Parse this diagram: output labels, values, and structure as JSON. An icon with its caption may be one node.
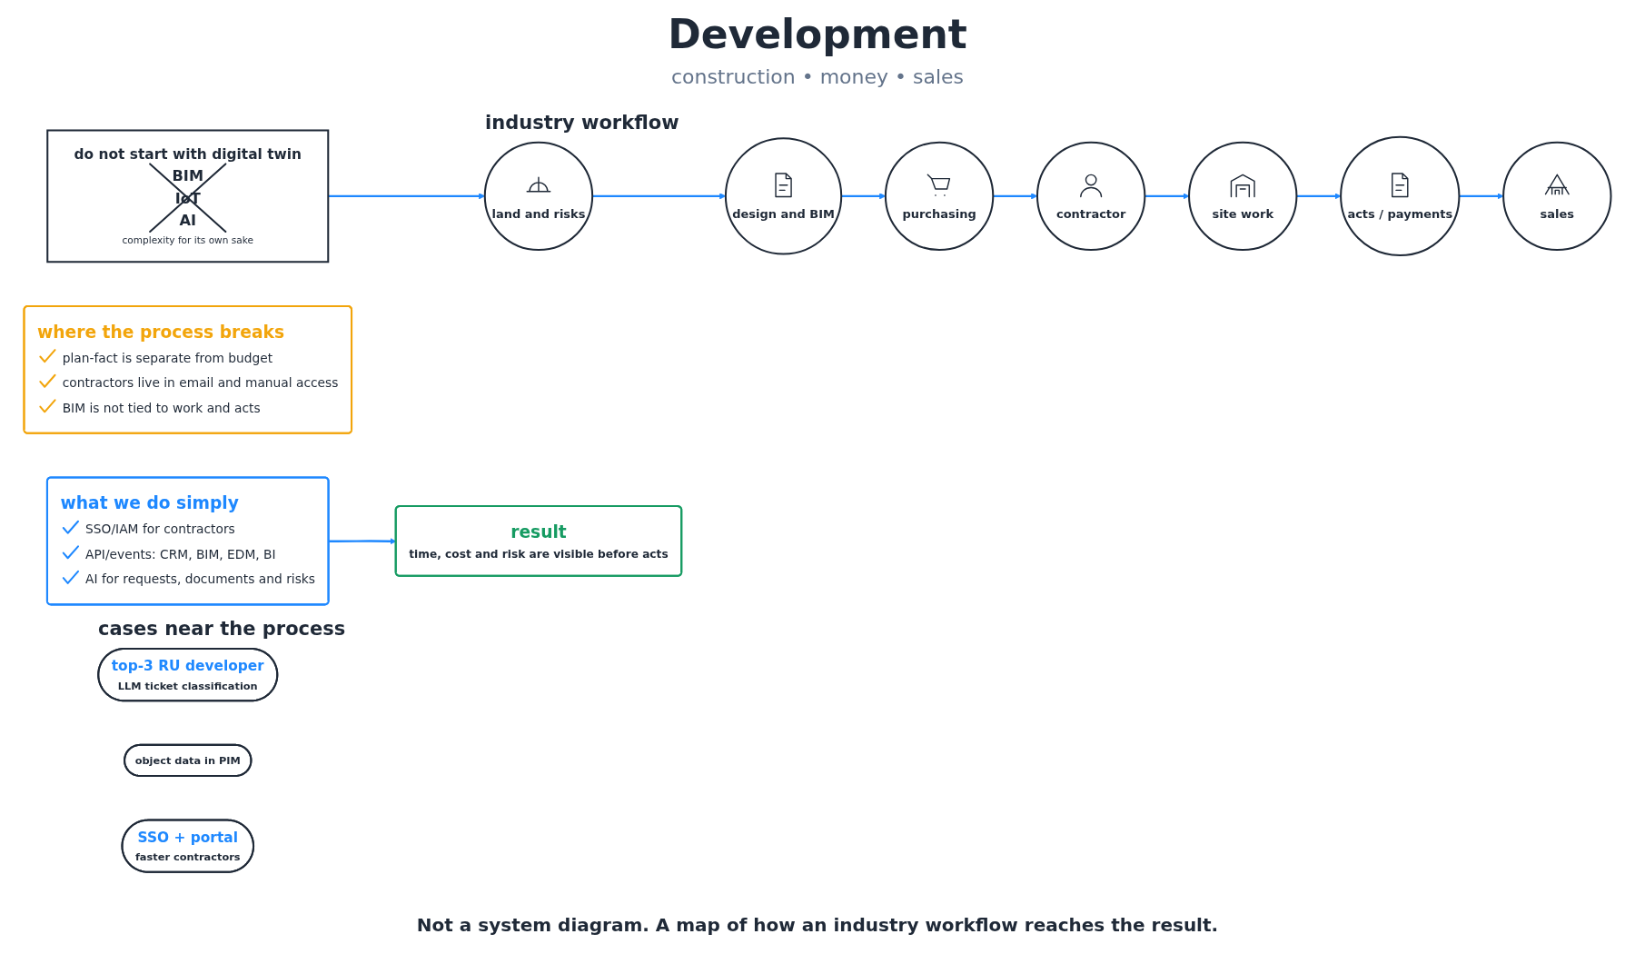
{
  "diagram": {
    "title": "Development",
    "caption": "Not a system diagram. A map of how an industry workflow reaches the result.",
    "nodes": [
      {
        "text": [
          "do not start with digital twin",
          "BIM",
          "IoT",
          "AI",
          "complexity for its own sake"
        ]
      },
      {
        "text": [
          "land and risks"
        ]
      },
      {
        "text": [
          "design and BIM"
        ]
      },
      {
        "text": [
          "purchasing"
        ]
      },
      {
        "text": [
          "contractor"
        ]
      },
      {
        "text": [
          "site work"
        ]
      },
      {
        "text": [
          "acts / payments"
        ]
      },
      {
        "text": [
          "sales"
        ]
      },
      {
        "text": [
          "where the process breaks",
          "plan-fact is separate from budget",
          "contractors live in email and manual access",
          "BIM is not tied to work and acts"
        ]
      },
      {
        "text": [
          "what we do simply",
          "SSO/IAM for contractors",
          "API/events: CRM, BIM, EDM, BI",
          "AI for requests, documents and risks"
        ]
      },
      {
        "text": [
          "result",
          "time, cost and risk are visible before acts"
        ]
      },
      {
        "text": [
          "top-3 RU developer",
          "LLM ticket classification"
        ]
      },
      {
        "text": [
          "object data in PIM"
        ]
      },
      {
        "text": [
          "SSO + portal",
          "faster contractors"
        ]
      }
    ],
    "edges": [
      {
        "from": 0,
        "to": 1,
        "arrow": "to"
      },
      {
        "from": 1,
        "to": 2,
        "arrow": "to"
      },
      {
        "from": 2,
        "to": 3,
        "arrow": "to"
      },
      {
        "from": 3,
        "to": 4,
        "arrow": "to"
      },
      {
        "from": 4,
        "to": 5,
        "arrow": "to"
      },
      {
        "from": 5,
        "to": 6,
        "arrow": "to"
      },
      {
        "from": 6,
        "to": 7,
        "arrow": "to"
      },
      {
        "from": 9,
        "to": 10,
        "arrow": "to"
      }
    ],
    "labels": [
      "construction • money • sales",
      "industry workflow",
      "cases near the process"
    ]
  }
}
